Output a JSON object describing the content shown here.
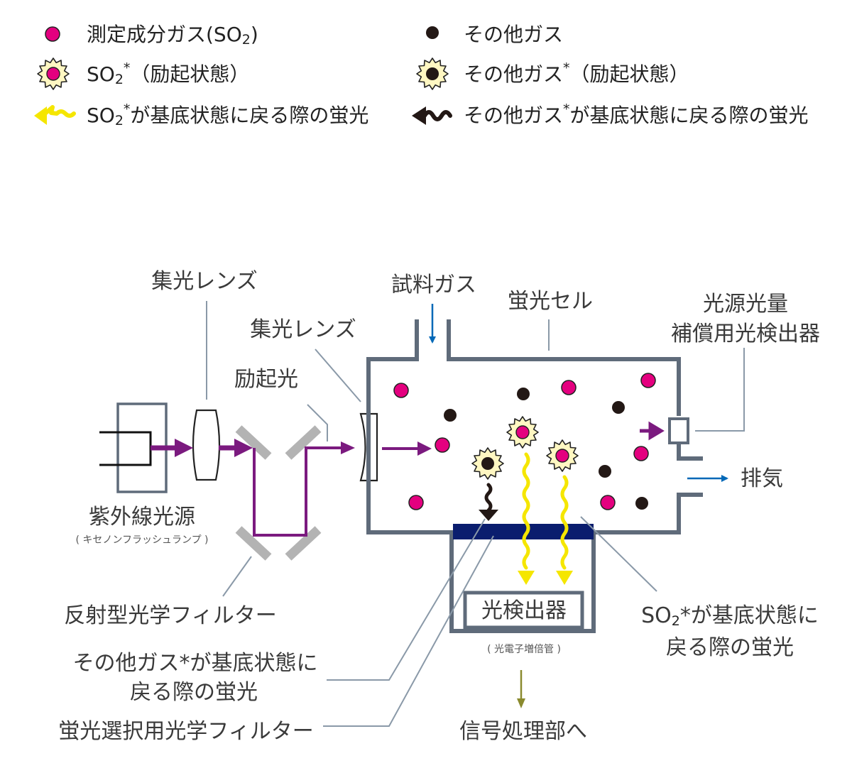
{
  "legend": {
    "target_gas": {
      "pre": "測定成分ガス(SO",
      "sub": "2",
      "post": ")"
    },
    "other_gas": "その他ガス",
    "so2_excited": {
      "pre": "SO",
      "sub": "2",
      "star": "*",
      "post": "（励起状態）"
    },
    "other_excited": {
      "pre": "その他ガス",
      "star": "*",
      "post": "（励起状態）"
    },
    "so2_fluorescence": {
      "pre": "SO",
      "sub": "2",
      "star": "*",
      "post": "が基底状態に戻る際の蛍光"
    },
    "other_fluorescence": {
      "pre": "その他ガス",
      "star": "*",
      "post": "が基底状態に戻る際の蛍光"
    }
  },
  "labels": {
    "condenser_lens_1": "集光レンズ",
    "condenser_lens_2": "集光レンズ",
    "excitation_light": "励起光",
    "sample_gas": "試料ガス",
    "fluorescence_cell": "蛍光セル",
    "compensation_line1": "光源光量",
    "compensation_line2": "補償用光検出器",
    "exhaust": "排気",
    "uv_source": "紫外線光源",
    "uv_source_note": "( キセノンフラッシュランプ )",
    "reflective_filter": "反射型光学フィルター",
    "other_fluor_line1": "その他ガス*が基底状態に",
    "other_fluor_line2": "戻る際の蛍光",
    "selective_filter": "蛍光選択用光学フィルター",
    "photodetector": "光検出器",
    "photodetector_note": "( 光電子増倍管 )",
    "signal_processing": "信号処理部へ",
    "so2_fluor_line1": {
      "pre": "SO",
      "sub": "2",
      "post": "*が基底状態に"
    },
    "so2_fluor_line2": "戻る際の蛍光"
  },
  "colors": {
    "so2": "#e4007f",
    "other": "#231815",
    "excitation": "#7b1a7f",
    "fluorescence": "#f5e600",
    "chamber": "#5f6b7a",
    "filter": "#0a1d6e",
    "mirror": "#b3b3b3",
    "flow_arrow": "#0068b7",
    "signal_arrow": "#8a8a2e",
    "callout": "#8a99a8"
  }
}
